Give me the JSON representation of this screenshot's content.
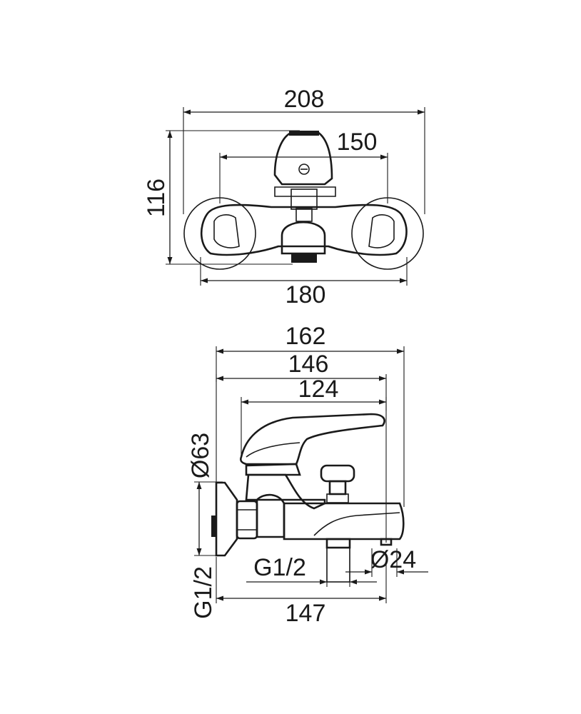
{
  "top_view": {
    "overall_width": "208",
    "center_distance": "150",
    "height": "116",
    "base_width": "180"
  },
  "side_view": {
    "overall_length": "162",
    "length_mid": "146",
    "length_spout": "124",
    "flange_diameter": "Ø63",
    "inlet_thread": "G1/2",
    "outlet_thread": "G1/2",
    "outlet_diameter": "Ø24",
    "base_length": "147"
  },
  "colors": {
    "line": "#1a1a1a",
    "background": "#ffffff"
  }
}
